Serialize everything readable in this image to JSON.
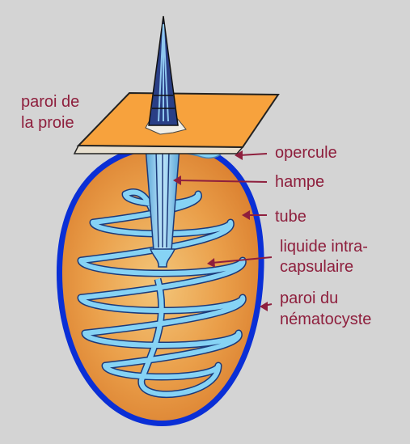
{
  "labels": {
    "prey_wall_1": "paroi de",
    "prey_wall_2": "la proie",
    "operculum": "opercule",
    "shaft": "hampe",
    "tube": "tube",
    "fluid_1": "liquide intra-",
    "fluid_2": "capsulaire",
    "capsule_wall_1": "paroi du",
    "capsule_wall_2": "nématocyste"
  },
  "colors": {
    "background": "#d4d4d4",
    "label_text": "#8e1f3d",
    "capsule_outline": "#0a2fd6",
    "capsule_fill_core": "#f3c67a",
    "capsule_fill_edge": "#d97c2c",
    "tube": "#86d3f5",
    "tube_outline": "#1c3a7a",
    "prey_plate": "#f7a23d",
    "spike": "#2a3f86",
    "arrow": "#8e1f3d"
  }
}
